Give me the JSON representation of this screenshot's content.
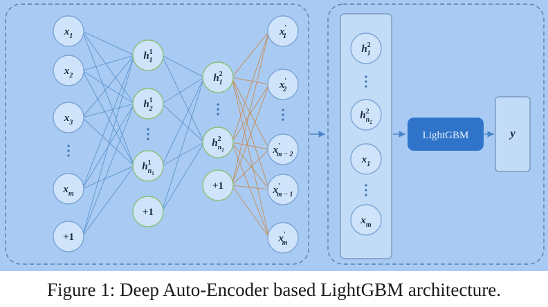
{
  "caption": "Figure 1: Deep Auto-Encoder based LightGBM architecture.",
  "colors": {
    "background": "#a9cbf3",
    "node_fill": "#cfe3fa",
    "input_stroke": "#7da5d6",
    "hidden_stroke": "#8cc07a",
    "blue_edge": "#5b93cc",
    "orange_edge": "#c98a4e",
    "lightgbm_fill": "#2f74c9",
    "dashed_border": "#5b7fa8"
  },
  "encoder": {
    "input_layer": [
      {
        "base": "x",
        "sub": "1"
      },
      {
        "base": "x",
        "sub": "2"
      },
      {
        "base": "x",
        "sub": "3"
      },
      {
        "ellipsis": true
      },
      {
        "base": "x",
        "sub": "m"
      },
      {
        "base": "+1"
      }
    ],
    "hidden_layer_1": [
      {
        "base": "h",
        "sup": "1",
        "sub": "1"
      },
      {
        "base": "h",
        "sup": "1",
        "sub": "2"
      },
      {
        "ellipsis": true
      },
      {
        "base": "h",
        "sup": "1",
        "sub": "n",
        "subsub": "1"
      },
      {
        "base": "+1"
      }
    ],
    "hidden_layer_2": [
      {
        "base": "h",
        "sup": "2",
        "sub": "1"
      },
      {
        "ellipsis": true
      },
      {
        "base": "h",
        "sup": "2",
        "sub": "n",
        "subsub": "2"
      },
      {
        "base": "+1"
      }
    ],
    "output_layer": [
      {
        "base": "x",
        "sup": "'",
        "sub": "1"
      },
      {
        "base": "x",
        "sup": "'",
        "sub": "2"
      },
      {
        "ellipsis": true
      },
      {
        "base": "x",
        "sup": "'",
        "sub": "m − 2"
      },
      {
        "base": "x",
        "sup": "'",
        "sub": "m − 1"
      },
      {
        "base": "x",
        "sup": "'",
        "sub": "m"
      }
    ]
  },
  "feature_column": [
    {
      "base": "h",
      "sup": "2",
      "sub": "1"
    },
    {
      "ellipsis": true
    },
    {
      "base": "h",
      "sup": "2",
      "sub": "n",
      "subsub": "2"
    },
    {
      "base": "x",
      "sub": "1"
    },
    {
      "ellipsis": true
    },
    {
      "base": "x",
      "sub": "m"
    }
  ],
  "model": {
    "label": "LightGBM"
  },
  "output": {
    "label": "y"
  }
}
